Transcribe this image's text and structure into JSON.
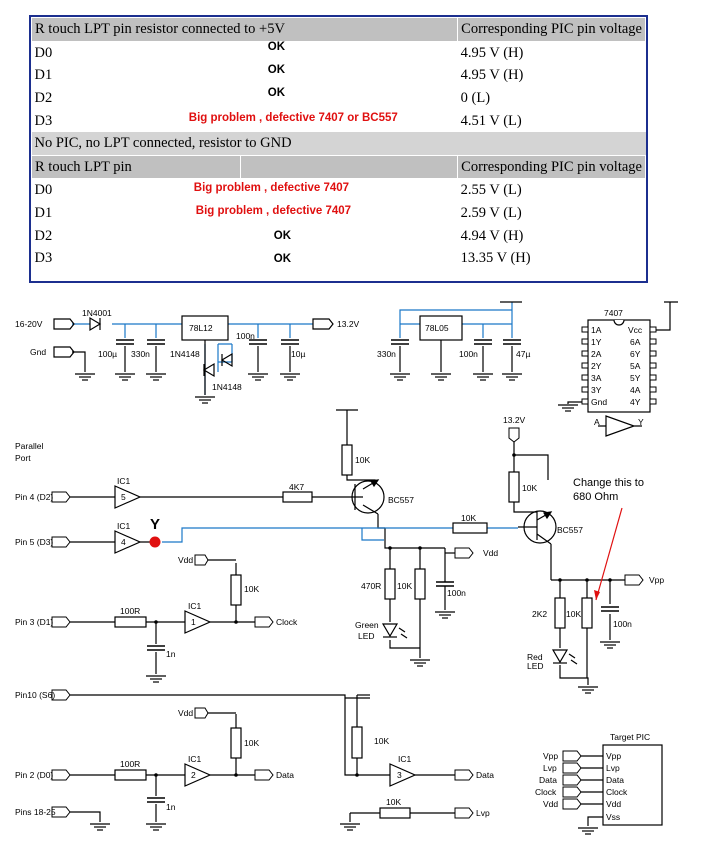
{
  "table": {
    "section1": {
      "header_col1": "R touch LPT pin  resistor connected to +5V",
      "header_col3": "Corresponding PIC pin voltage",
      "rows": [
        {
          "pin": "D0",
          "status": "OK",
          "kind": "ok",
          "voltage": "4.95 V (H)"
        },
        {
          "pin": "D1",
          "status": "OK",
          "kind": "ok",
          "voltage": "4.95 V (H)"
        },
        {
          "pin": "D2",
          "status": "OK",
          "kind": "ok",
          "voltage": "0 (L)"
        },
        {
          "pin": "D3",
          "status": "Big problem , defective 7407 or BC557",
          "kind": "bad",
          "voltage": "4.51 V (L)"
        }
      ]
    },
    "section2_title": "No PIC, no LPT connected, resistor to GND",
    "section2": {
      "header_col1": "R touch LPT pin",
      "header_col3": "Corresponding PIC pin voltage",
      "rows": [
        {
          "pin": "D0",
          "status": "Big problem , defective 7407",
          "kind": "bad",
          "voltage": "2.55 V (L)"
        },
        {
          "pin": "D1",
          "status": "Big problem , defective 7407",
          "kind": "bad",
          "voltage": "2.59 V (L)"
        },
        {
          "pin": "D2",
          "status": "OK",
          "kind": "ok",
          "voltage": "4.94 V (H)"
        },
        {
          "pin": "D3",
          "status": "OK",
          "kind": "ok",
          "voltage": "13.35 V (H)"
        }
      ]
    }
  },
  "schematic": {
    "power": {
      "in_label": "16-20V",
      "gnd_label": "Gnd",
      "diode": "1N4001",
      "reg1": "78L12",
      "reg2": "78L05",
      "rail12": "13.2V",
      "c100u": "100µ",
      "c330n_a": "330n",
      "c100n_a": "100n",
      "c10u": "10µ",
      "c330n_b": "330n",
      "c100n_b": "100n",
      "c47u": "47µ",
      "d_a": "1N4148",
      "d_b": "1N4148"
    },
    "chip7407": {
      "title": "7407",
      "left_pins": [
        "1A",
        "1Y",
        "2A",
        "2Y",
        "3A",
        "3Y",
        "Gnd"
      ],
      "right_pins": [
        "Vcc",
        "6A",
        "6Y",
        "5A",
        "5Y",
        "4A",
        "4Y"
      ],
      "buf_in": "A",
      "buf_out": "Y"
    },
    "lpt": {
      "title1": "Parallel",
      "title2": "Port",
      "pin4": "Pin 4 (D2)",
      "pin5": "Pin 5 (D3)",
      "pin3": "Pin 3 (D1)",
      "pin10": "Pin10 (S6)",
      "pin2": "Pin 2 (D0)",
      "pins18": "Pins 18-25"
    },
    "labels": {
      "ic1": "IC1",
      "g5": "5",
      "g4": "4",
      "g1": "1",
      "g2": "2",
      "g3": "3",
      "y_marker": "Y",
      "r4k7": "4K7",
      "r10k": "10K",
      "r100r": "100R",
      "r470r": "470R",
      "r2k2": "2K2",
      "c1n": "1n",
      "c100n": "100n",
      "bc557": "BC557",
      "v13": "13.2V",
      "vdd": "Vdd",
      "vpp": "Vpp",
      "clock": "Clock",
      "data": "Data",
      "lvp": "Lvp",
      "green1": "Green",
      "led": "LED",
      "red1": "Red",
      "note1": "Change this to",
      "note2": "680 Ohm"
    },
    "target": {
      "title": "Target PIC",
      "left": [
        "Vpp",
        "Lvp",
        "Data",
        "Clock",
        "Vdd"
      ],
      "right": [
        "Vpp",
        "Lvp",
        "Data",
        "Clock",
        "Vdd",
        "Vss"
      ]
    },
    "colors": {
      "wire": "#1a78c8",
      "line": "#000000",
      "marker": "#e01010",
      "note_arrow": "#e01010"
    }
  }
}
